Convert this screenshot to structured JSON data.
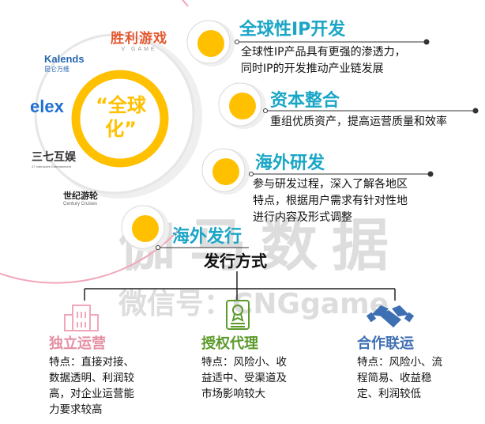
{
  "center": {
    "line1": "“全球",
    "line2": "化”"
  },
  "logos": {
    "shengli": {
      "main": "胜利游戏",
      "sub": "V GAME"
    },
    "kalends": {
      "main": "Kalends",
      "sub": "昆仑万维"
    },
    "elex": {
      "main": "elex"
    },
    "sanqi": {
      "main": "三七互娱",
      "sub": "37 Interactive Entertainment"
    },
    "shiji": {
      "main": "世纪游轮",
      "sub": "Century Cruises"
    }
  },
  "sections": [
    {
      "title": "全球性IP开发",
      "desc": [
        "全球性IP产品具有更强的渗透力，",
        "同时IP的开发推动产业链发展"
      ]
    },
    {
      "title": "资本整合",
      "desc": [
        "重组优质资产，提高运营质量和效率"
      ]
    },
    {
      "title": "海外研发",
      "desc": [
        "参与研发过程，深入了解各地区",
        "特点，根据用户需求有针对性地",
        "进行内容及形式调整"
      ]
    },
    {
      "title": "海外发行"
    }
  ],
  "release_label": "发行方式",
  "modes": [
    {
      "title": "独立运营",
      "color": "#e58fa3",
      "icon": "building-icon",
      "desc": [
        "特点：直接对接、",
        "数据透明、利润较",
        "高，对企业运营能",
        "力要求较高"
      ]
    },
    {
      "title": "授权代理",
      "color": "#5b9a2a",
      "icon": "certificate-icon",
      "desc": [
        "特点：风险小、收",
        "益适中、受渠道及",
        "市场影响较大"
      ]
    },
    {
      "title": "合作联运",
      "color": "#3f6fb3",
      "icon": "handshake-icon",
      "desc": [
        "特点：风险小、流",
        "程简易、收益稳",
        "定、利润较低"
      ]
    }
  ],
  "watermark": {
    "line1": "伽马数据",
    "line2": "微信号：CNGgame"
  },
  "colors": {
    "accent": "#ffc000",
    "teal": "#1ba6c6",
    "pink": "#f1a7b9"
  }
}
